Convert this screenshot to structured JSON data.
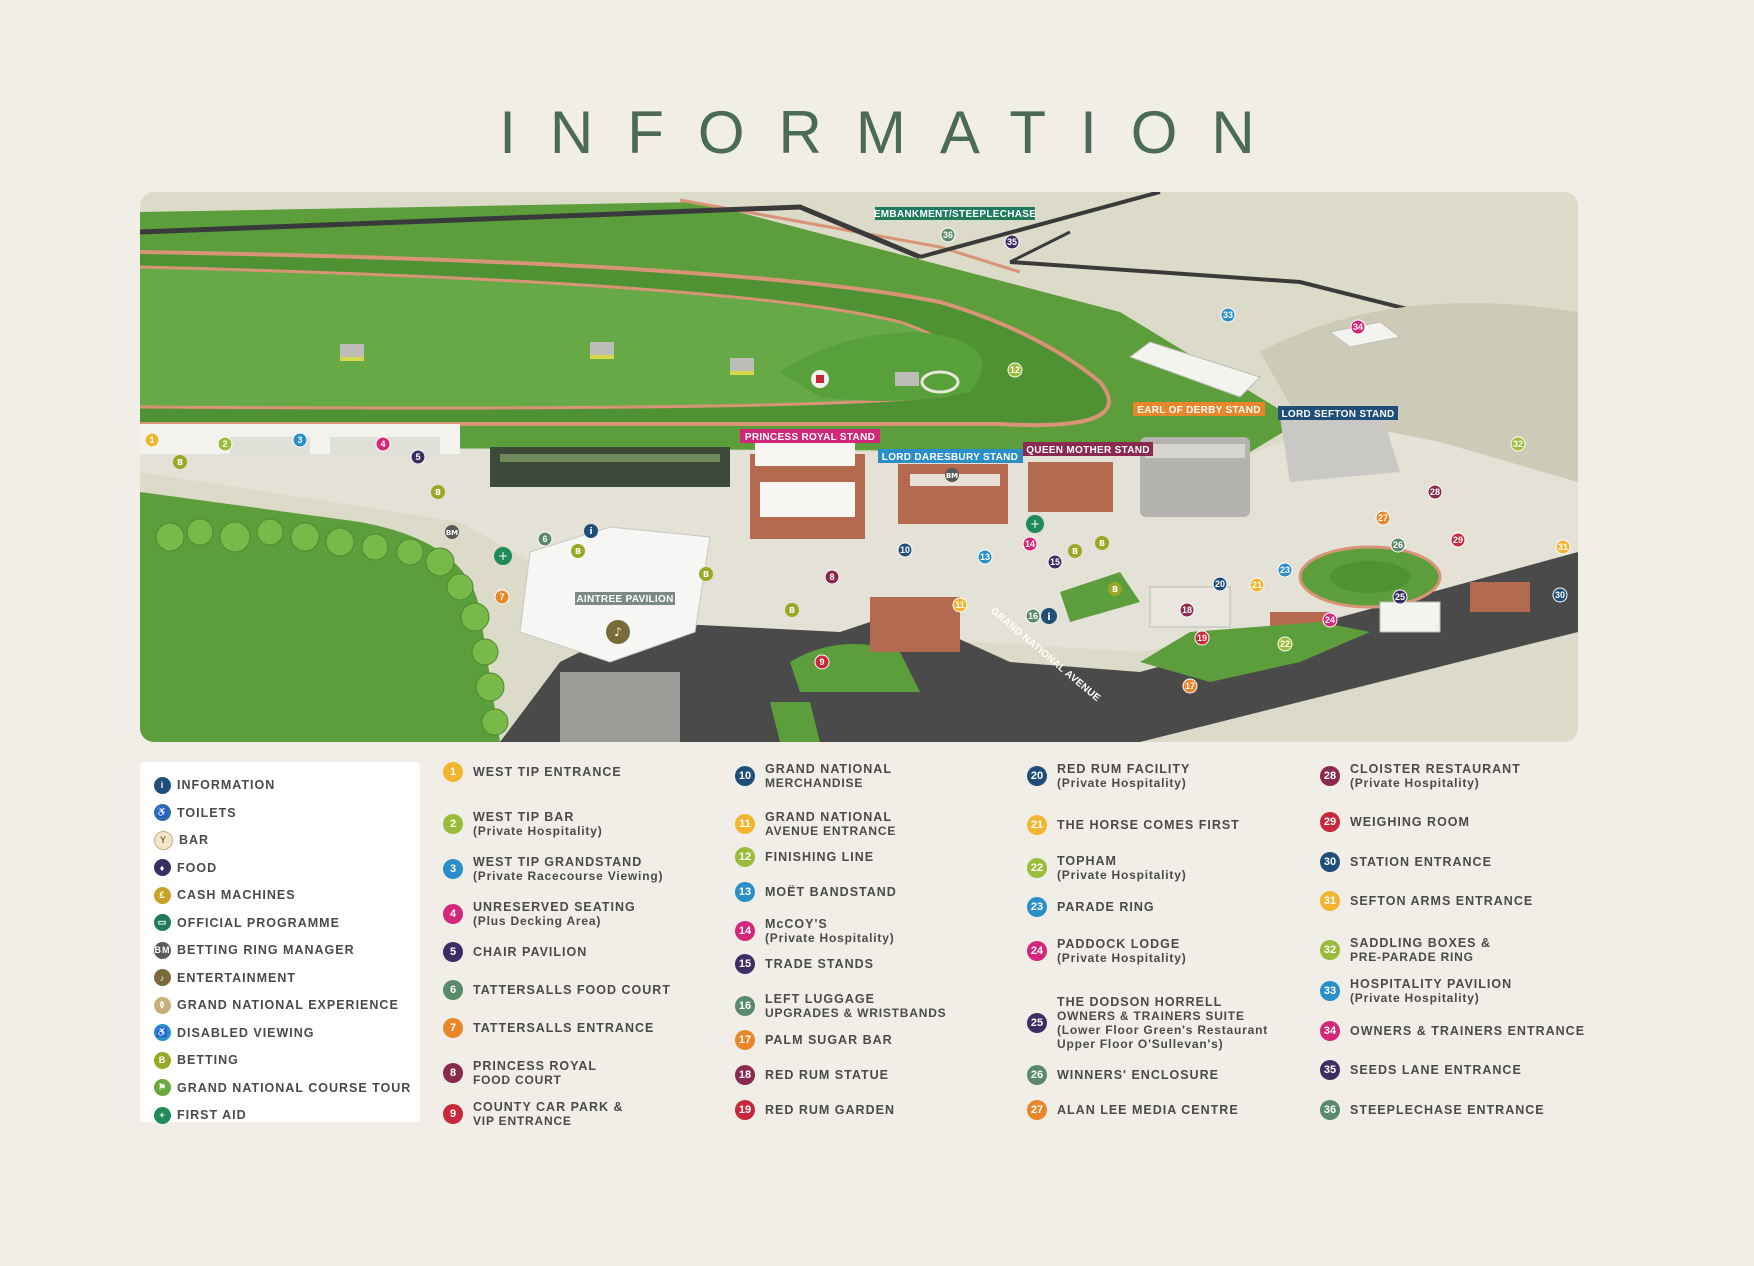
{
  "title": "INFORMATION",
  "map": {
    "labels": {
      "embankment": "EMBANKMENT/STEEPLECHASE",
      "princess_royal_stand": "PRINCESS ROYAL STAND",
      "lord_daresbury_stand": "LORD DARESBURY STAND",
      "queen_mother_stand": "QUEEN MOTHER STAND",
      "earl_of_derby_stand": "EARL OF DERBY STAND",
      "lord_sefton_stand": "LORD SEFTON STAND",
      "aintree_pavilion": "AINTREE PAVILION",
      "grand_national_avenue": "GRAND NATIONAL AVENUE",
      "bm": "BM",
      "b": "B"
    },
    "colors": {
      "grass": "#5c9e3c",
      "track_edge": "#d99477",
      "road": "#4a4a4a",
      "building_brick": "#b36a4e",
      "background_land": "#d8d7c6"
    }
  },
  "key": [
    {
      "label": "INFORMATION",
      "icon": "info-icon",
      "color": "#1f4e79",
      "glyph": "i"
    },
    {
      "label": "TOILETS",
      "icon": "toilets-icon",
      "color": "#2f6fa6",
      "glyph": "♿"
    },
    {
      "label": "BAR",
      "icon": "bar-icon",
      "color": "#f1e6cc",
      "glyph": "Y"
    },
    {
      "label": "FOOD",
      "icon": "food-icon",
      "color": "#3b2e63",
      "glyph": "♦"
    },
    {
      "label": "CASH MACHINES",
      "icon": "cash-machine-icon",
      "color": "#c9a227",
      "glyph": "£"
    },
    {
      "label": "OFFICIAL PROGRAMME",
      "icon": "programme-icon",
      "color": "#1f7a5e",
      "glyph": "▭"
    },
    {
      "label": "BETTING RING MANAGER",
      "icon": "betting-ring-manager-icon",
      "color": "#5a5a5a",
      "glyph": "BM"
    },
    {
      "label": "ENTERTAINMENT",
      "icon": "entertainment-icon",
      "color": "#7a6a3a",
      "glyph": "♪"
    },
    {
      "label": "GRAND NATIONAL EXPERIENCE",
      "icon": "experience-icon",
      "color": "#c8b07a",
      "glyph": "⚱"
    },
    {
      "label": "DISABLED VIEWING",
      "icon": "disabled-viewing-icon",
      "color": "#2a8fc9",
      "glyph": "♿"
    },
    {
      "label": "BETTING",
      "icon": "betting-icon",
      "color": "#9aa824",
      "glyph": "B"
    },
    {
      "label": "GRAND NATIONAL COURSE TOUR",
      "icon": "course-tour-icon",
      "color": "#6aa83a",
      "glyph": "⚑"
    },
    {
      "label": "FIRST AID",
      "icon": "first-aid-icon",
      "color": "#1f8a5a",
      "glyph": "+"
    }
  ],
  "locations": [
    {
      "n": "1",
      "title": "WEST TIP ENTRANCE",
      "sub": "",
      "color": "#f2b531"
    },
    {
      "n": "2",
      "title": "WEST TIP BAR",
      "sub": "(Private Hospitality)",
      "color": "#9bbc3a"
    },
    {
      "n": "3",
      "title": "WEST TIP GRANDSTAND",
      "sub": "(Private Racecourse Viewing)",
      "color": "#2a8fc9"
    },
    {
      "n": "4",
      "title": "UNRESERVED SEATING",
      "sub": "(Plus Decking Area)",
      "color": "#d4267a"
    },
    {
      "n": "5",
      "title": "CHAIR PAVILION",
      "sub": "",
      "color": "#3b2e63"
    },
    {
      "n": "6",
      "title": "TATTERSALLS FOOD COURT",
      "sub": "",
      "color": "#5a8a6a"
    },
    {
      "n": "7",
      "title": "TATTERSALLS ENTRANCE",
      "sub": "",
      "color": "#e8872a"
    },
    {
      "n": "8",
      "title": "PRINCESS ROYAL",
      "sub": "FOOD COURT",
      "color": "#8a2a4e"
    },
    {
      "n": "9",
      "title": "COUNTY CAR PARK &",
      "sub": "VIP ENTRANCE",
      "color": "#c8283a"
    },
    {
      "n": "10",
      "title": "GRAND NATIONAL",
      "sub": "MERCHANDISE",
      "color": "#1f4e79"
    },
    {
      "n": "11",
      "title": "GRAND NATIONAL",
      "sub": "AVENUE ENTRANCE",
      "color": "#f2b531"
    },
    {
      "n": "12",
      "title": "FINISHING LINE",
      "sub": "",
      "color": "#9bbc3a"
    },
    {
      "n": "13",
      "title": "MOËT BANDSTAND",
      "sub": "",
      "color": "#2a8fc9"
    },
    {
      "n": "14",
      "title": "McCOY'S",
      "sub": "(Private Hospitality)",
      "color": "#d4267a"
    },
    {
      "n": "15",
      "title": "TRADE STANDS",
      "sub": "",
      "color": "#3b2e63"
    },
    {
      "n": "16",
      "title": "LEFT LUGGAGE",
      "sub": "UPGRADES & WRISTBANDS",
      "color": "#5a8a6a"
    },
    {
      "n": "17",
      "title": "PALM SUGAR BAR",
      "sub": "",
      "color": "#e8872a"
    },
    {
      "n": "18",
      "title": "RED RUM STATUE",
      "sub": "",
      "color": "#8a2a4e"
    },
    {
      "n": "19",
      "title": "RED RUM GARDEN",
      "sub": "",
      "color": "#c8283a"
    },
    {
      "n": "20",
      "title": "RED RUM FACILITY",
      "sub": "(Private Hospitality)",
      "color": "#1f4e79"
    },
    {
      "n": "21",
      "title": "THE HORSE COMES FIRST",
      "sub": "",
      "color": "#f2b531"
    },
    {
      "n": "22",
      "title": "TOPHAM",
      "sub": "(Private Hospitality)",
      "color": "#9bbc3a"
    },
    {
      "n": "23",
      "title": "PARADE RING",
      "sub": "",
      "color": "#2a8fc9"
    },
    {
      "n": "24",
      "title": "PADDOCK LODGE",
      "sub": "(Private Hospitality)",
      "color": "#d4267a"
    },
    {
      "n": "25",
      "title": "THE DODSON  HORRELL",
      "sub": "OWNERS & TRAINERS SUITE|(Lower Floor Green's Restaurant|Upper Floor O'Sullevan's)",
      "color": "#3b2e63"
    },
    {
      "n": "26",
      "title": "WINNERS' ENCLOSURE",
      "sub": "",
      "color": "#5a8a6a"
    },
    {
      "n": "27",
      "title": "ALAN LEE MEDIA CENTRE",
      "sub": "",
      "color": "#e8872a"
    },
    {
      "n": "28",
      "title": "CLOISTER RESTAURANT",
      "sub": "(Private Hospitality)",
      "color": "#8a2a4e"
    },
    {
      "n": "29",
      "title": "WEIGHING ROOM",
      "sub": "",
      "color": "#c8283a"
    },
    {
      "n": "30",
      "title": "STATION ENTRANCE",
      "sub": "",
      "color": "#1f4e79"
    },
    {
      "n": "31",
      "title": "SEFTON ARMS ENTRANCE",
      "sub": "",
      "color": "#f2b531"
    },
    {
      "n": "32",
      "title": "SADDLING BOXES &",
      "sub": "PRE-PARADE RING",
      "color": "#9bbc3a"
    },
    {
      "n": "33",
      "title": "HOSPITALITY PAVILION",
      "sub": "(Private Hospitality)",
      "color": "#2a8fc9"
    },
    {
      "n": "34",
      "title": "OWNERS & TRAINERS ENTRANCE",
      "sub": "",
      "color": "#d4267a"
    },
    {
      "n": "35",
      "title": "SEEDS LANE ENTRANCE",
      "sub": "",
      "color": "#3b2e63"
    },
    {
      "n": "36",
      "title": "STEEPLECHASE ENTRANCE",
      "sub": "",
      "color": "#5a8a6a"
    }
  ]
}
